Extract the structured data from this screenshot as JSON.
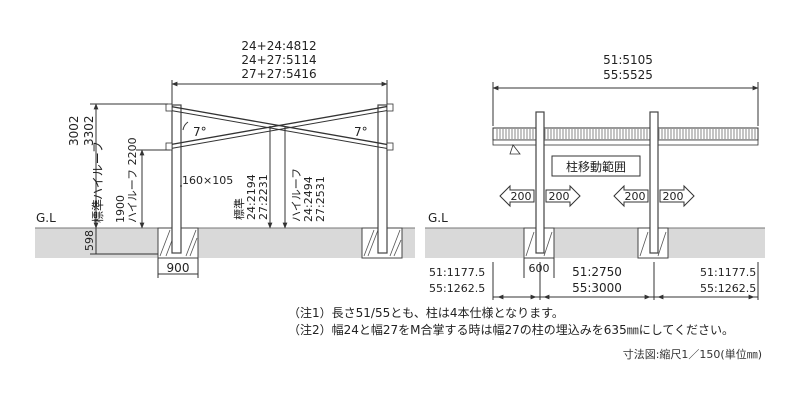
{
  "left_view": {
    "top_dim_lines": [
      "24+24:4812",
      "24+27:5114",
      "27+27:5416"
    ],
    "height_left": [
      "3002",
      "3302"
    ],
    "angle_left": "7°",
    "angle_right": "7°",
    "post_section": "160×105",
    "clear_labels": [
      "標準",
      "ハイルーフ",
      "1900",
      "ハイルーフ 2200"
    ],
    "post_height_std": [
      "標準",
      "24:2194",
      "27:2231"
    ],
    "post_height_high": [
      "ハイルーフ",
      "24:2494",
      "27:2531"
    ],
    "gl": "G.L",
    "embed_depth": "598",
    "foundation_width": "900"
  },
  "right_view": {
    "top_dims": [
      "51:5105",
      "55:5525"
    ],
    "range_label": "柱移動範囲",
    "arrows": [
      "200",
      "200",
      "200",
      "200"
    ],
    "gl": "G.L",
    "foundation_width": "600",
    "bottom_left": [
      "51:1177.5",
      "55:1262.5"
    ],
    "bottom_center": [
      "51:2750",
      "55:3000"
    ],
    "bottom_right": [
      "51:1177.5",
      "55:1262.5"
    ]
  },
  "notes": [
    "（注1）長さ51/55とも、柱は4本仕様となります。",
    "（注2）幅24と幅27をM合掌する時は幅27の柱の埋込みを635㎜にしてください。"
  ],
  "scale_note": "寸法図:縮尺1／150(単位㎜)"
}
